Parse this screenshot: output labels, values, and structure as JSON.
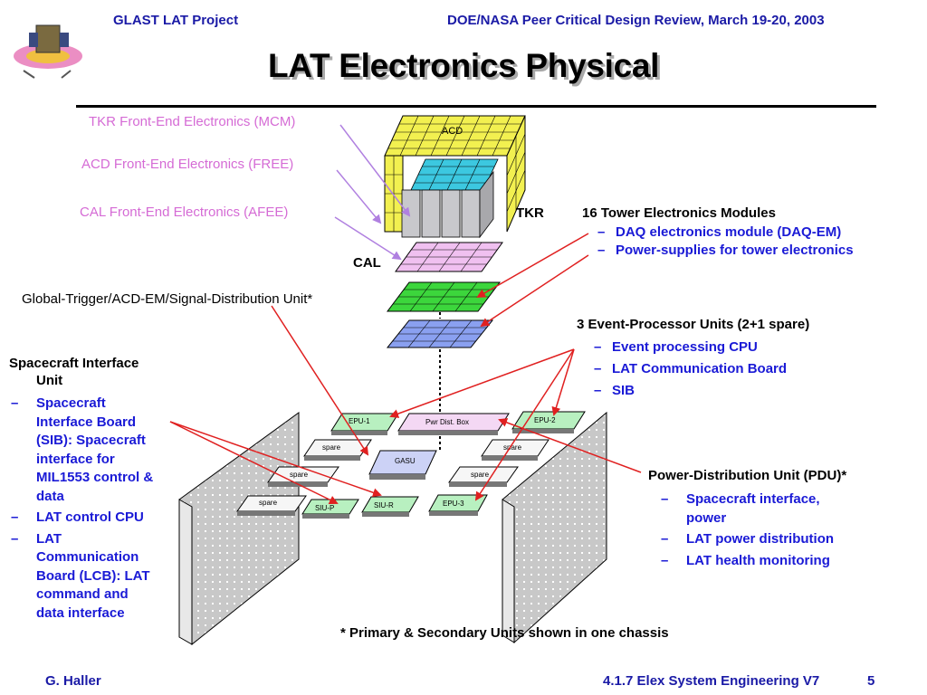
{
  "header": {
    "left": "GLAST LAT Project",
    "right": "DOE/NASA Peer Critical Design Review, March 19-20, 2003"
  },
  "title": "LAT Electronics Physical",
  "left_labels": {
    "tkr_fee": "TKR Front-End Electronics (MCM)",
    "acd_fee": "ACD Front-End Electronics (FREE)",
    "cal_fee": "CAL Front-End Electronics (AFEE)",
    "gasu": "Global-Trigger/ACD-EM/Signal-Distribution Unit*"
  },
  "stack_labels": {
    "acd": "ACD",
    "tkr": "TKR",
    "cal": "CAL"
  },
  "tem": {
    "title": "16 Tower Electronics Modules",
    "items": [
      "DAQ electronics module (DAQ-EM)",
      "Power-supplies for tower electronics"
    ]
  },
  "epu": {
    "title": "3 Event-Processor Units (2+1 spare)",
    "items": [
      "Event processing CPU",
      "LAT Communication Board",
      "SIB"
    ]
  },
  "siu": {
    "title_line1": "Spacecraft Interface",
    "title_line2": "Unit",
    "items": [
      [
        "Spacecraft",
        "Interface Board",
        "(SIB): Spacecraft",
        "interface for",
        "MIL1553 control &",
        "data"
      ],
      [
        "LAT control CPU"
      ],
      [
        "LAT",
        "Communication",
        "Board (LCB): LAT",
        "command and",
        "data interface"
      ]
    ]
  },
  "pdu": {
    "title": "Power-Distribution Unit (PDU)*",
    "items": [
      [
        "Spacecraft interface,",
        "power"
      ],
      [
        "LAT power distribution"
      ],
      [
        "LAT health monitoring"
      ]
    ]
  },
  "chassis_boards": {
    "epu1": "EPU-1",
    "pwr": "Pwr Dist.   Box",
    "epu2": "EPU-2",
    "spare": "spare",
    "gasu": "GASU",
    "siup": "SIU-P",
    "siur": "SIU-R",
    "epu3": "EPU-3"
  },
  "note": "* Primary & Secondary Units shown in one chassis",
  "footer": {
    "left": "G. Haller",
    "right": "4.1.7 Elex System Engineering V7",
    "page": "5"
  },
  "colors": {
    "header_blue": "#1a1aa6",
    "list_blue": "#1a1ad6",
    "label_pink": "#d56bd5",
    "arrow_red": "#e02020",
    "acd_yellow": "#f2f050",
    "tkr_cyan": "#3cc8e0",
    "cal_pink": "#f0c0f0",
    "tem_green": "#3cd63c",
    "bottom_blue": "#8aa0f0",
    "board_green": "#b8f0c0"
  }
}
